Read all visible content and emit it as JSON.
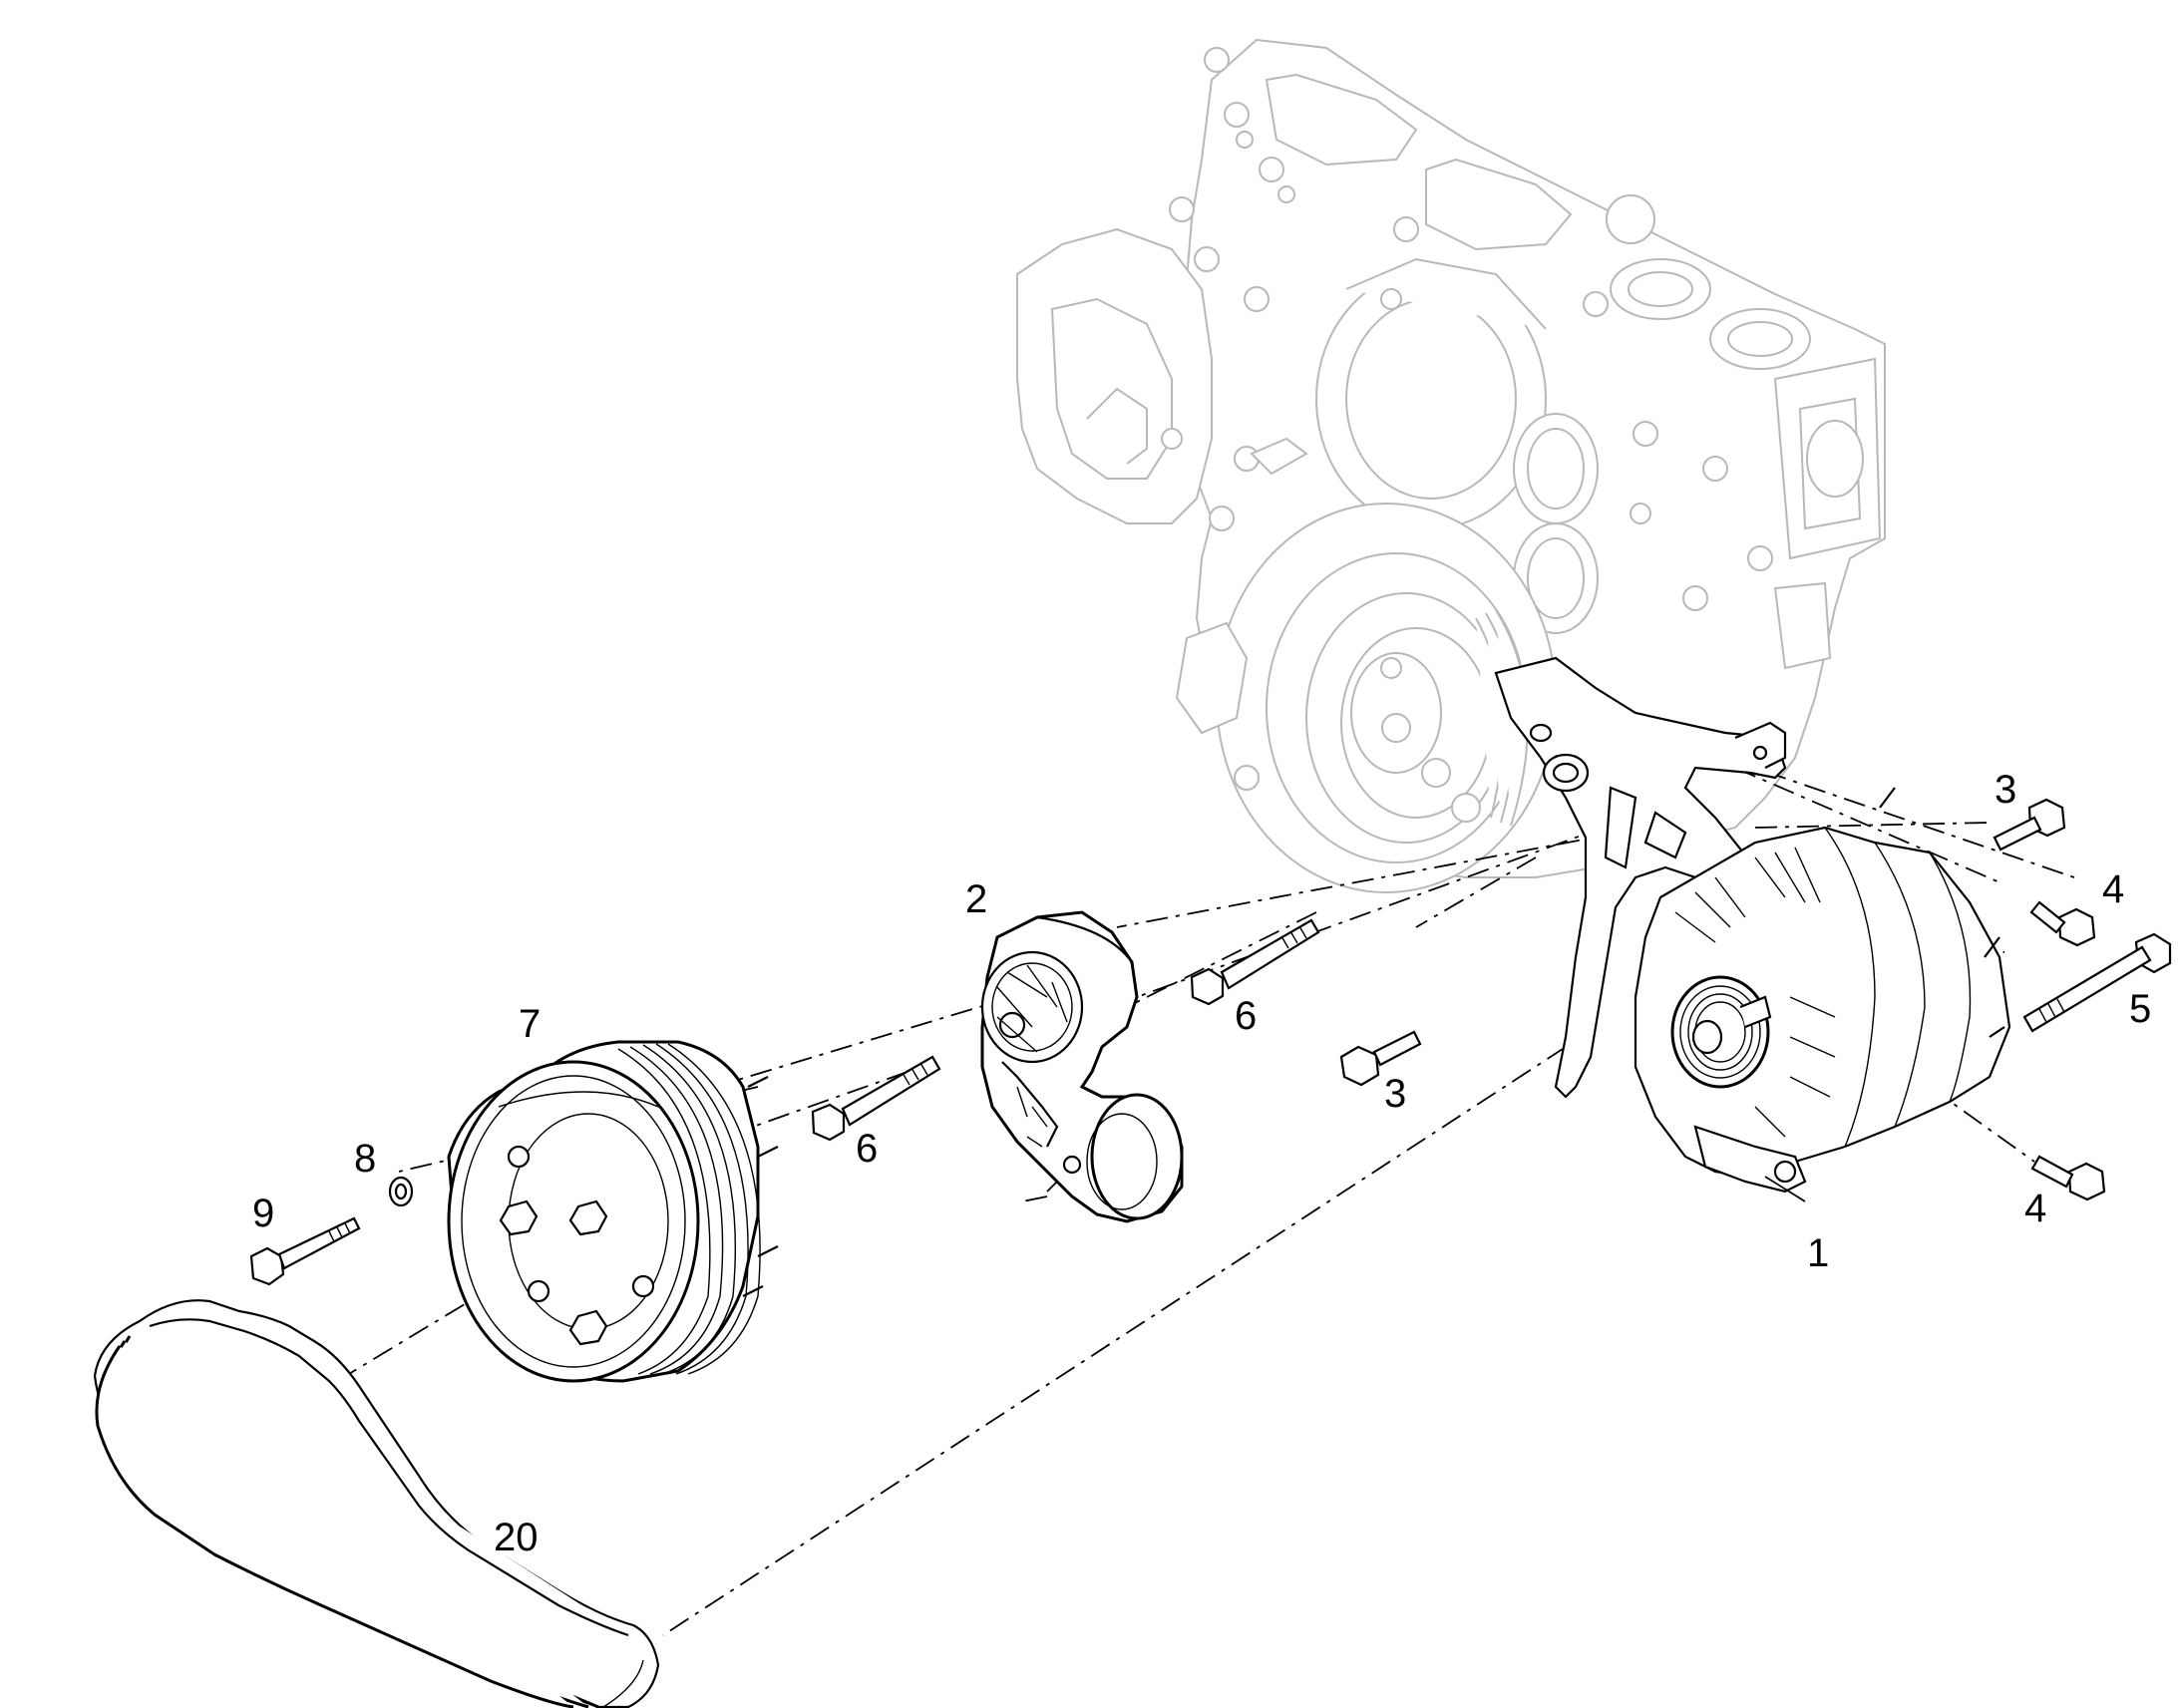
{
  "callouts": {
    "c1": "1",
    "c2": "2",
    "c3a": "3",
    "c3b": "3",
    "c4a": "4",
    "c4b": "4",
    "c5": "5",
    "c6a": "6",
    "c6b": "6",
    "c7": "7",
    "c8": "8",
    "c9": "9",
    "c20": "20"
  },
  "colors": {
    "line": "#000000",
    "engine_outline": "#b8b8b8",
    "background": "#ffffff"
  }
}
